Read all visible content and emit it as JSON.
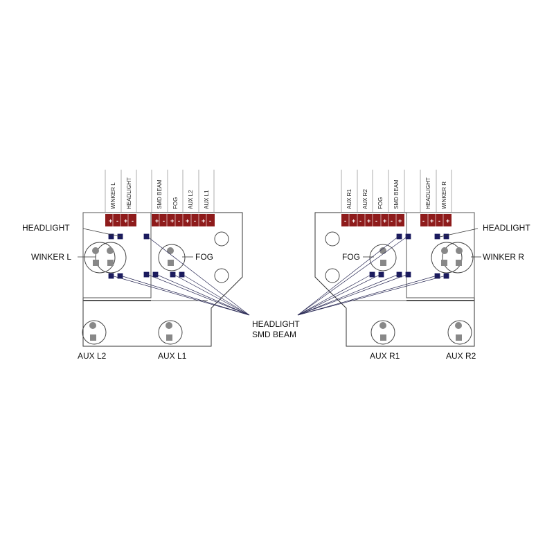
{
  "left_board": {
    "wire_labels": [
      "WINKER L",
      "HEADLIGHT",
      "SMD BEAM",
      "FOG",
      "AUX L2",
      "AUX L1"
    ],
    "pin_signs": [
      "+",
      "-",
      "+",
      "-",
      "+",
      "-",
      "+",
      "-",
      "+",
      "-",
      "+",
      "-"
    ],
    "callouts": {
      "headlight": "HEADLIGHT",
      "winker": "WINKER L",
      "fog": "FOG",
      "aux_2": "AUX L2",
      "aux_1": "AUX L1"
    }
  },
  "right_board": {
    "wire_labels": [
      "AUX R1",
      "AUX R2",
      "FOG",
      "SMD BEAM",
      "HEADLIGHT",
      "WINKER R"
    ],
    "pin_signs": [
      "-",
      "+",
      "-",
      "+",
      "-",
      "+",
      "-",
      "+",
      "-",
      "+",
      "-",
      "+"
    ],
    "callouts": {
      "headlight": "HEADLIGHT",
      "winker": "WINKER R",
      "fog": "FOG",
      "aux_1": "AUX R1",
      "aux_2": "AUX R2"
    }
  },
  "center_label": {
    "line1": "HEADLIGHT",
    "line2": "SMD BEAM"
  },
  "colors": {
    "connector": "#8e1b1b",
    "smd_pad": "#1a1a5e",
    "outline": "#333333",
    "component": "#888888"
  }
}
